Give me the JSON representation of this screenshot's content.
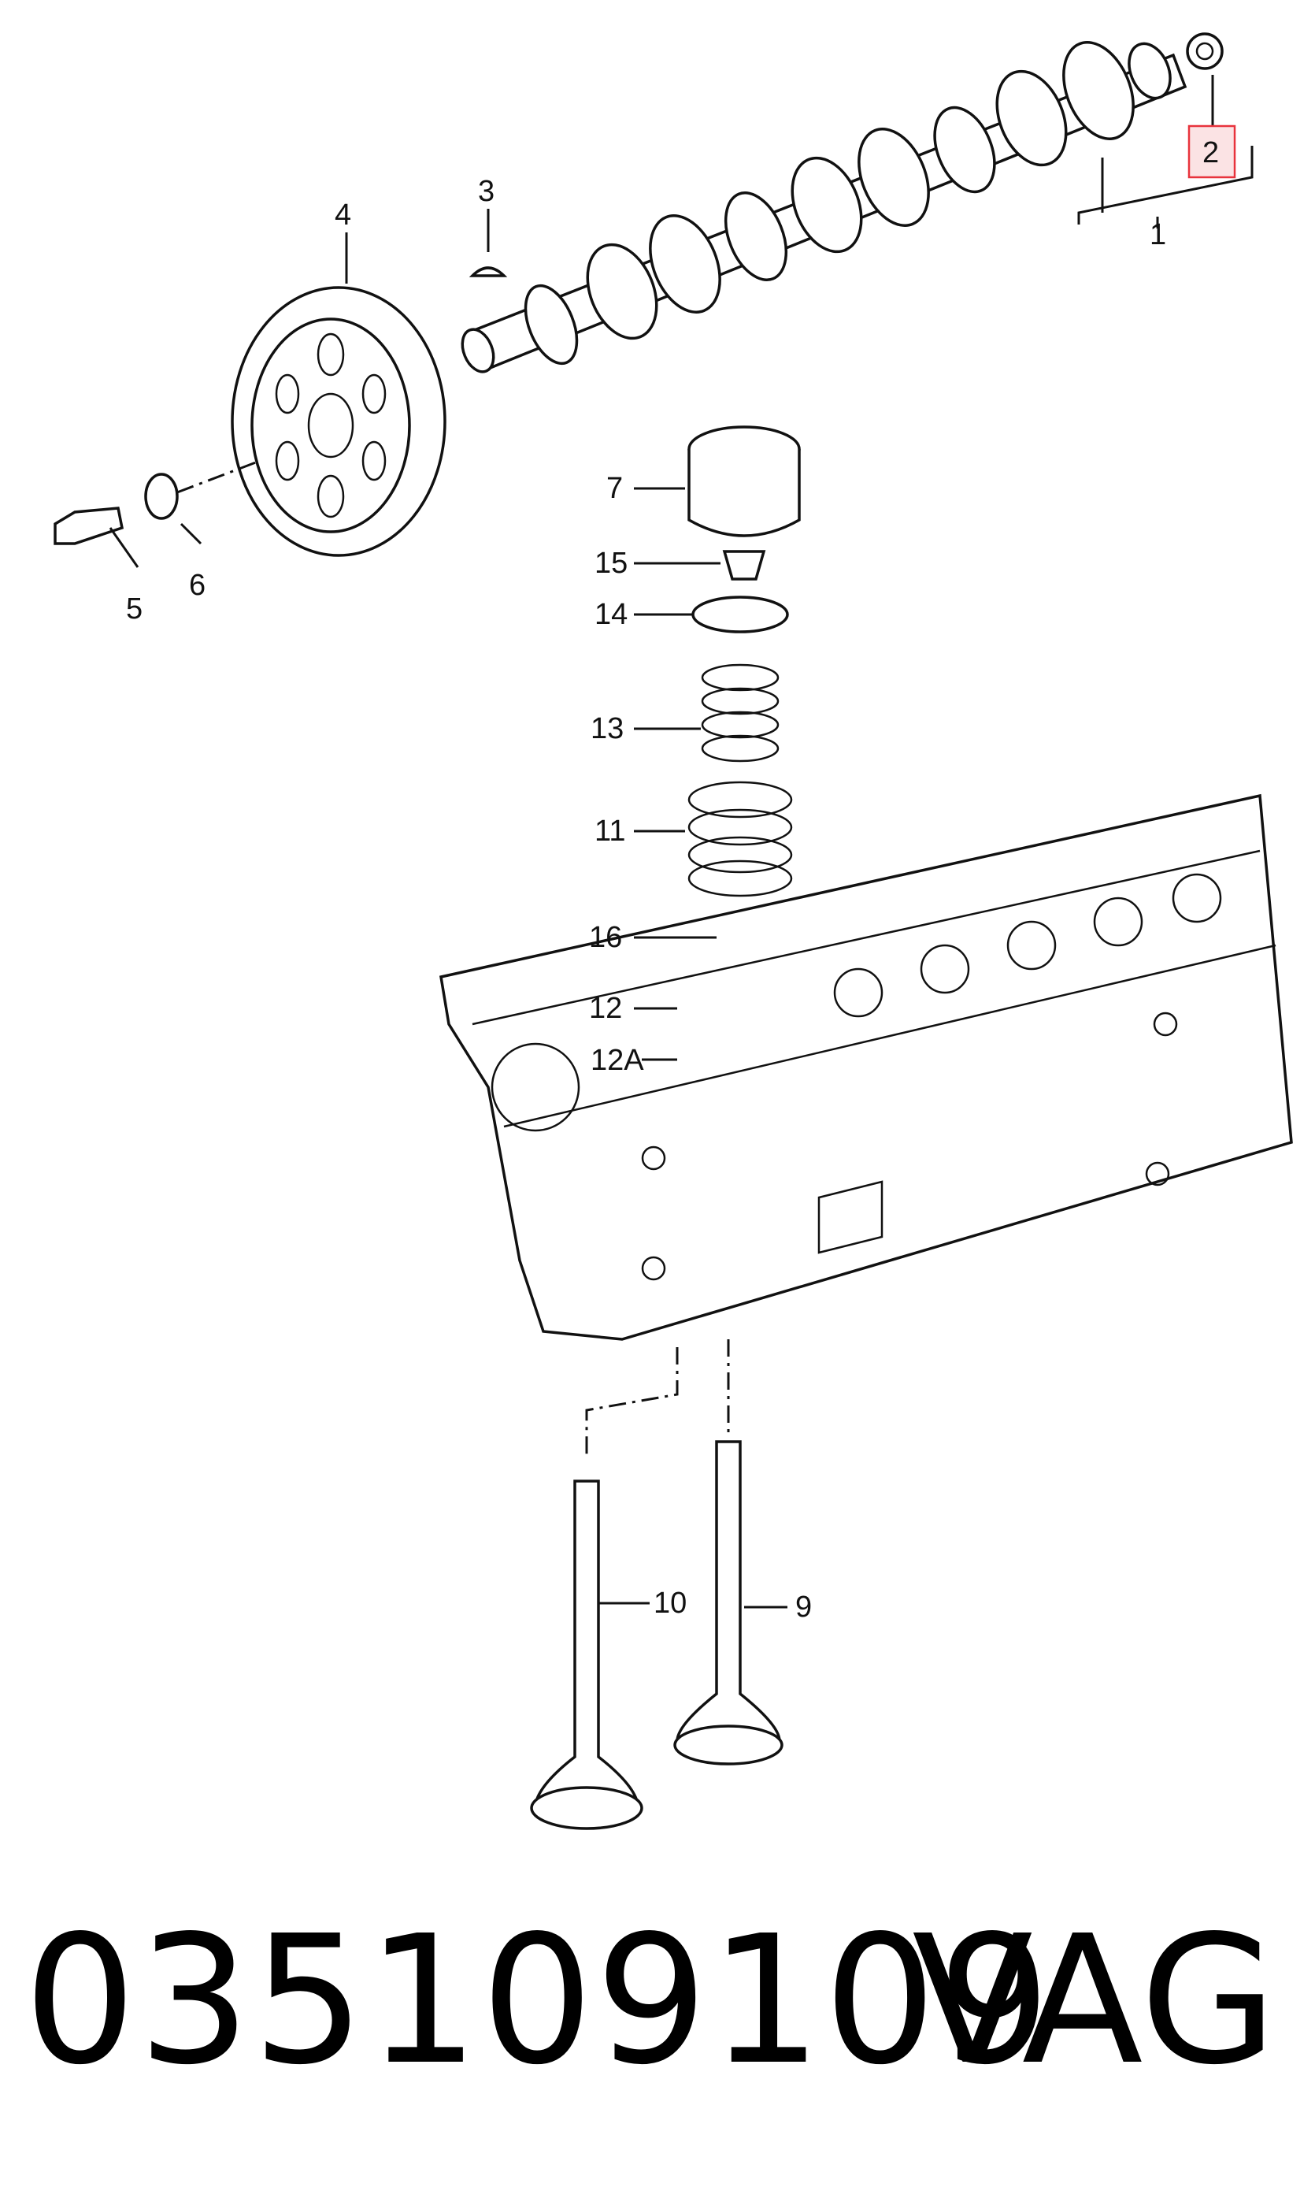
{
  "diagram": {
    "callouts": {
      "c1": "1",
      "c2": "2",
      "c3": "3",
      "c4": "4",
      "c5": "5",
      "c6": "6",
      "c7": "7",
      "c9": "9",
      "c10": "10",
      "c11": "11",
      "c12": "12",
      "c12a": "12A",
      "c13": "13",
      "c14": "14",
      "c15": "15",
      "c16": "16"
    },
    "highlight_color": "#e8333c",
    "highlighted_callout": "2"
  },
  "footer": {
    "part_number": "035109109",
    "brand": "VAG"
  }
}
